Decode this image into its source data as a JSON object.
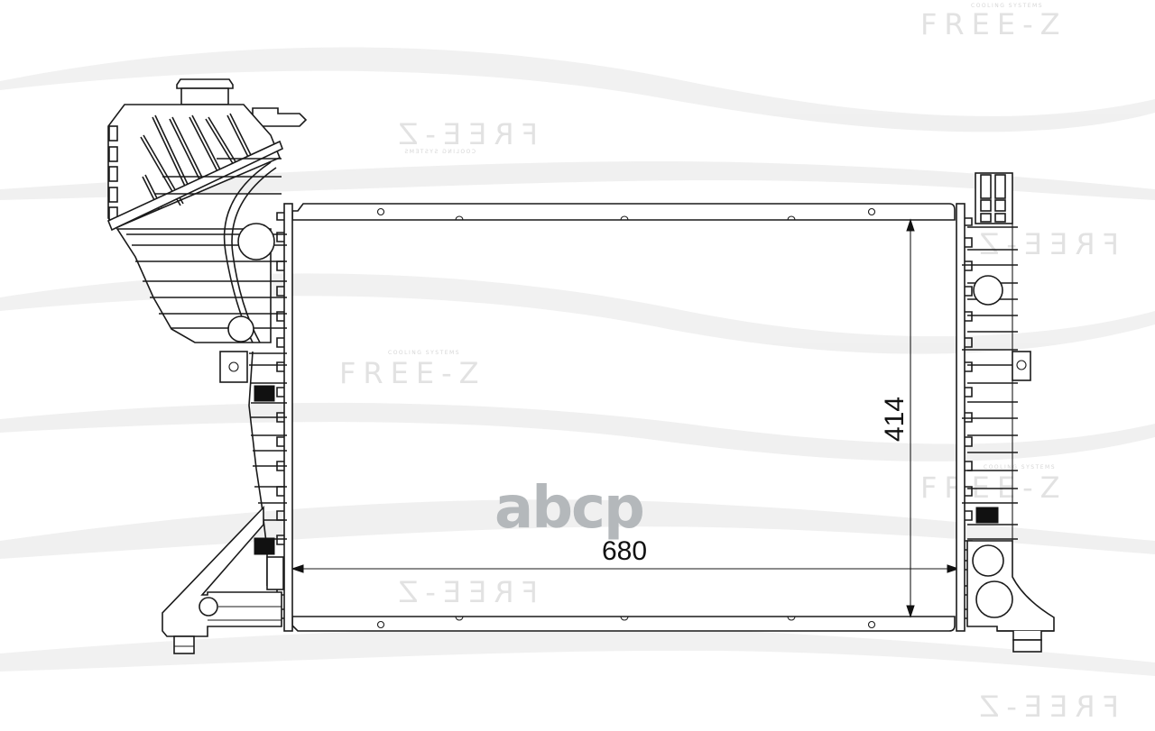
{
  "drawing": {
    "subject": "radiator-technical-drawing",
    "dimensions": {
      "width_label": "680",
      "height_label": "414"
    }
  },
  "watermarks": {
    "brand": "FREE-Z",
    "brand_mirrored": "FREE-Z",
    "tagline": "COOLING SYSTEMS",
    "center_logo": "abcp"
  },
  "colors": {
    "line": "#1a1a1a",
    "watermark": "#e2e2e2",
    "swoosh": "#efefef",
    "logo_gray": "#b4b8bb"
  }
}
